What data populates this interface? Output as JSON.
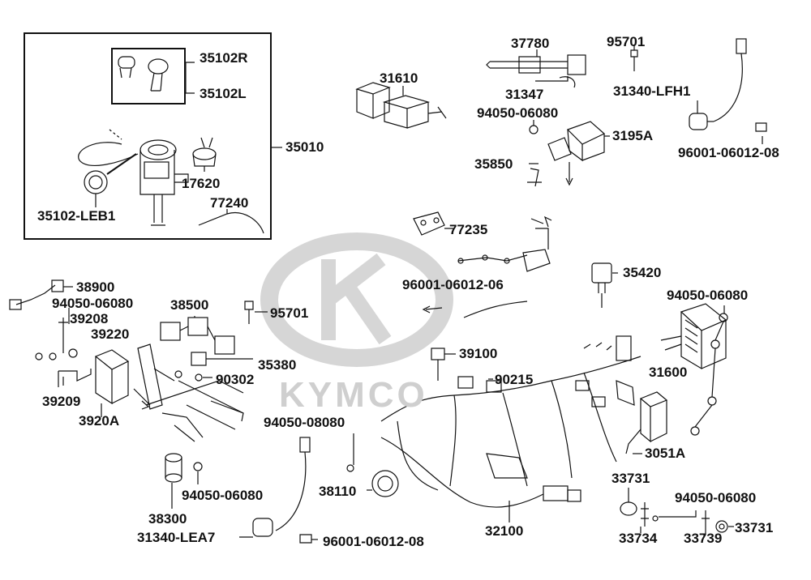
{
  "brand": {
    "watermark_text": "KYMCO",
    "watermark_color": "#cfcfcf"
  },
  "labels": {
    "p35102R": "35102R",
    "p35102L": "35102L",
    "p35010": "35010",
    "p17620": "17620",
    "p77240": "77240",
    "p35102LEB1": "35102-LEB1",
    "p31610": "31610",
    "p37780": "37780",
    "p31347": "31347",
    "p95701_top": "95701",
    "p31340LFH1": "31340-LFH1",
    "p94050_06080_top": "94050-06080",
    "p3195A": "3195A",
    "p96001_06012_08_top": "96001-06012-08",
    "p35850": "35850",
    "p77235": "77235",
    "p96001_06012_06": "96001-06012-06",
    "p35420": "35420",
    "p94050_06080_right": "94050-06080",
    "p31600": "31600",
    "p38900": "38900",
    "p94050_06080_left": "94050-06080",
    "p39208": "39208",
    "p39220": "39220",
    "p38500": "38500",
    "p95701_mid": "95701",
    "p35380": "35380",
    "p90302": "90302",
    "p39209": "39209",
    "p3920A": "3920A",
    "p39100": "39100",
    "p90215": "90215",
    "p94050_08080": "94050-08080",
    "p38110": "38110",
    "p3051A": "3051A",
    "p33731_a": "33731",
    "p94050_06080_br": "94050-06080",
    "p33731_b": "33731",
    "p33734": "33734",
    "p33739": "33739",
    "p32100": "32100",
    "p94050_06080_bl": "94050-06080",
    "p38300": "38300",
    "p31340LEA7": "31340-LEA7",
    "p96001_06012_08_bot": "96001-06012-08"
  }
}
